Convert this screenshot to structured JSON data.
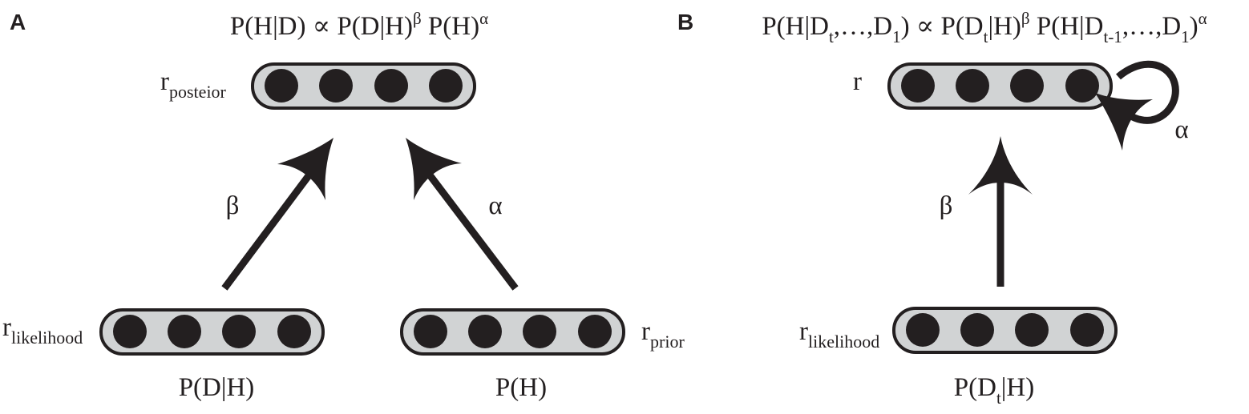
{
  "panel_a": {
    "letter": "A",
    "equation": {
      "p1": "P(H|D) ∝ P(D|H)",
      "sup1": "β",
      "p2": " P(H)",
      "sup2": "α"
    },
    "posterior_layer": {
      "label": "r",
      "sub": "posteior"
    },
    "likelihood_layer": {
      "label": "r",
      "sub": "likelihood",
      "caption": "P(D|H)"
    },
    "prior_layer": {
      "label": "r",
      "sub": "prior",
      "caption": "P(H)"
    },
    "beta_label": "β",
    "alpha_label": "α"
  },
  "panel_b": {
    "letter": "B",
    "equation": {
      "p1": "P(H|D",
      "sub1": "t",
      "p2": ",…,D",
      "sub2": "1",
      "p3": ") ∝ P(D",
      "sub3": "t",
      "p4": "|H)",
      "sup1": "β",
      "p5": " P(H|D",
      "sub4": "t-1",
      "p6": ",…,D",
      "sub5": "1",
      "p7": ")",
      "sup2": "α"
    },
    "top_layer": {
      "label": "r"
    },
    "likelihood_layer": {
      "label": "r",
      "sub": "likelihood"
    },
    "caption": {
      "p1": "P(D",
      "sub": "t",
      "p2": "|H)"
    },
    "beta_label": "β",
    "alpha_label": "α"
  }
}
